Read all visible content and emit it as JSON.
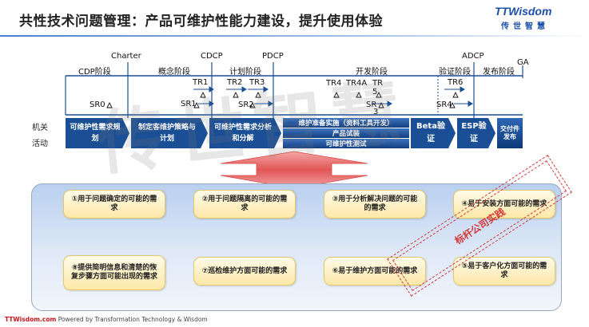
{
  "title": "共性技术问题管理：产品可维护性能力建设，提升使用体验",
  "logo": {
    "brand_blue": "TTWisdom",
    "brand_red": "",
    "cn": "传世智慧"
  },
  "milestones": [
    "Charter",
    "CDCP",
    "PDCP",
    "ADCP",
    "GA"
  ],
  "phases": [
    "CDP阶段",
    "概念阶段",
    "计划阶段",
    "开发阶段",
    "验证阶段",
    "发布阶段"
  ],
  "tr_labels": [
    "TR1",
    "TR2",
    "TR3",
    "TR4",
    "TR4A",
    "TR",
    "5",
    "TR6"
  ],
  "sr_labels": [
    "SR0",
    "SR1",
    "SR2",
    "SR",
    "3",
    "SR4"
  ],
  "side_labels": [
    "机关",
    "活动"
  ],
  "activities": {
    "a1": "可维护性需求规划",
    "a2": "制定客维护策略与计划",
    "a3": "可维护性需求分析和分解",
    "a4a": "维护准备实施（资料工具开发）",
    "a4b": "产品试装",
    "a4c": "可维护性测试",
    "a5": "Beta验证",
    "a6": "ESP验证",
    "a7": "交付件发布"
  },
  "needs": [
    "①用于问题确定的可能的需求",
    "②用于问题隔离的可能的需求",
    "③用于分析解决问题的可能的需求",
    "④易于安装方面可能的需求",
    "⑧提供简明信息和清楚的恢复步骤方面可能出现的需求",
    "⑦巡检维护方面可能的需求",
    "⑥易于维护方面可能的需求",
    "⑤易于客户化方面可能的需求"
  ],
  "stamp": "标杆公司实践",
  "watermark": "传世智慧",
  "footer": {
    "brand": "TTWisdom.com",
    "text": " Powered by Transformation Technology & Wisdom"
  },
  "colors": {
    "accent": "#1a4f95",
    "stamp": "#d43a3a",
    "brand_red": "#c4161c"
  }
}
